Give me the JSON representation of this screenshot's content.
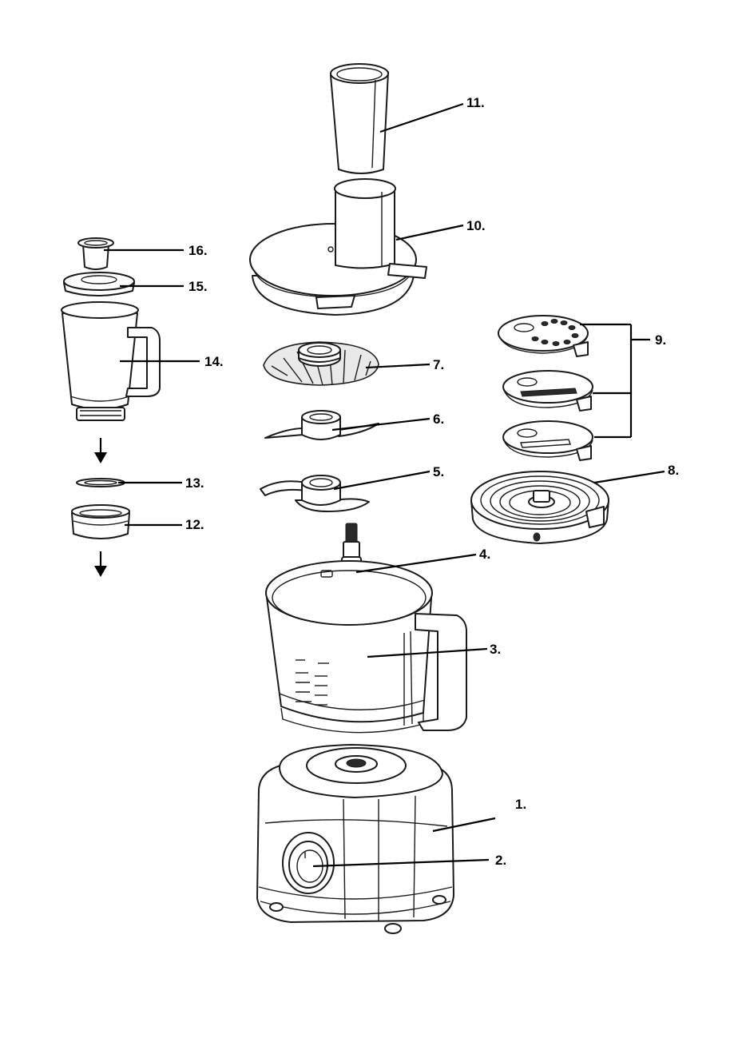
{
  "callouts": {
    "c1": "1.",
    "c2": "2.",
    "c3": "3.",
    "c4": "4.",
    "c5": "5.",
    "c6": "6.",
    "c7": "7.",
    "c8": "8.",
    "c9": "9.",
    "c10": "10.",
    "c11": "11.",
    "c12": "12.",
    "c13": "13.",
    "c14": "14.",
    "c15": "15.",
    "c16": "16."
  },
  "colors": {
    "line": "#1a1a1a",
    "background": "#ffffff",
    "shade": "#e9e9e9"
  }
}
